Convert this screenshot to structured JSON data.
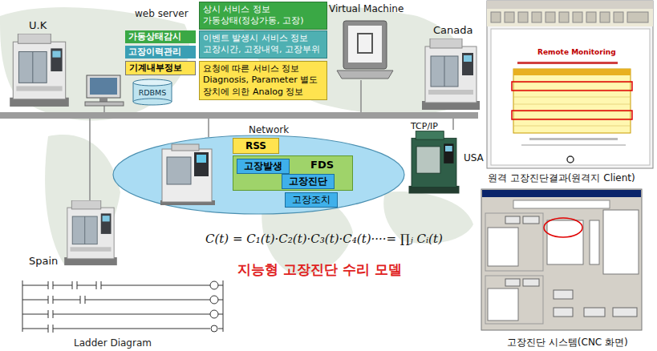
{
  "diagram": {
    "nodes": [
      {
        "text": [
          "상시 서비스 정보",
          "가동상태(정상가동, 고장)"
        ]
      },
      {
        "text": [
          "가동상태감시"
        ]
      },
      {
        "text": [
          "고장이력관리"
        ]
      },
      {
        "text": [
          "이벤트 발생시 서비스 정보",
          "고장시간, 고장내역, 고장부위"
        ]
      },
      {
        "text": [
          "기계내부정보"
        ]
      },
      {
        "text": [
          "요청에 따른 서비스 정보",
          "Diagnosis, Parameter 별도장치에 의한 Analog 정보"
        ]
      },
      {
        "text": [
          "RDBMS"
        ]
      },
      {
        "text": [
          "Network"
        ]
      },
      {
        "text": [
          "RSS"
        ],
        "in": 7
      },
      {
        "text": [
          "FDS"
        ],
        "in": 7
      },
      {
        "text": [
          "고장발생"
        ],
        "in": 9
      },
      {
        "text": [
          "고장진단"
        ],
        "in": 9
      },
      {
        "text": [
          "고장조치"
        ],
        "in": 7
      }
    ],
    "labels": [
      "web server",
      "U.K",
      "Virtual Machine",
      "Canada",
      "TCP/IP",
      "USA",
      "Spain",
      "C(t) = C₁(t)·C₂(t)·C₃(t)·C₄(t)····= ∏ⱼ Cᵢ(t)",
      "지능형 고장진단 수리 모델",
      "Ladder Diagram",
      "Remote Monitoring",
      "원격 고장진단결과(원격지 Client)",
      "고장진단 시스템(CNC 화면)"
    ]
  }
}
